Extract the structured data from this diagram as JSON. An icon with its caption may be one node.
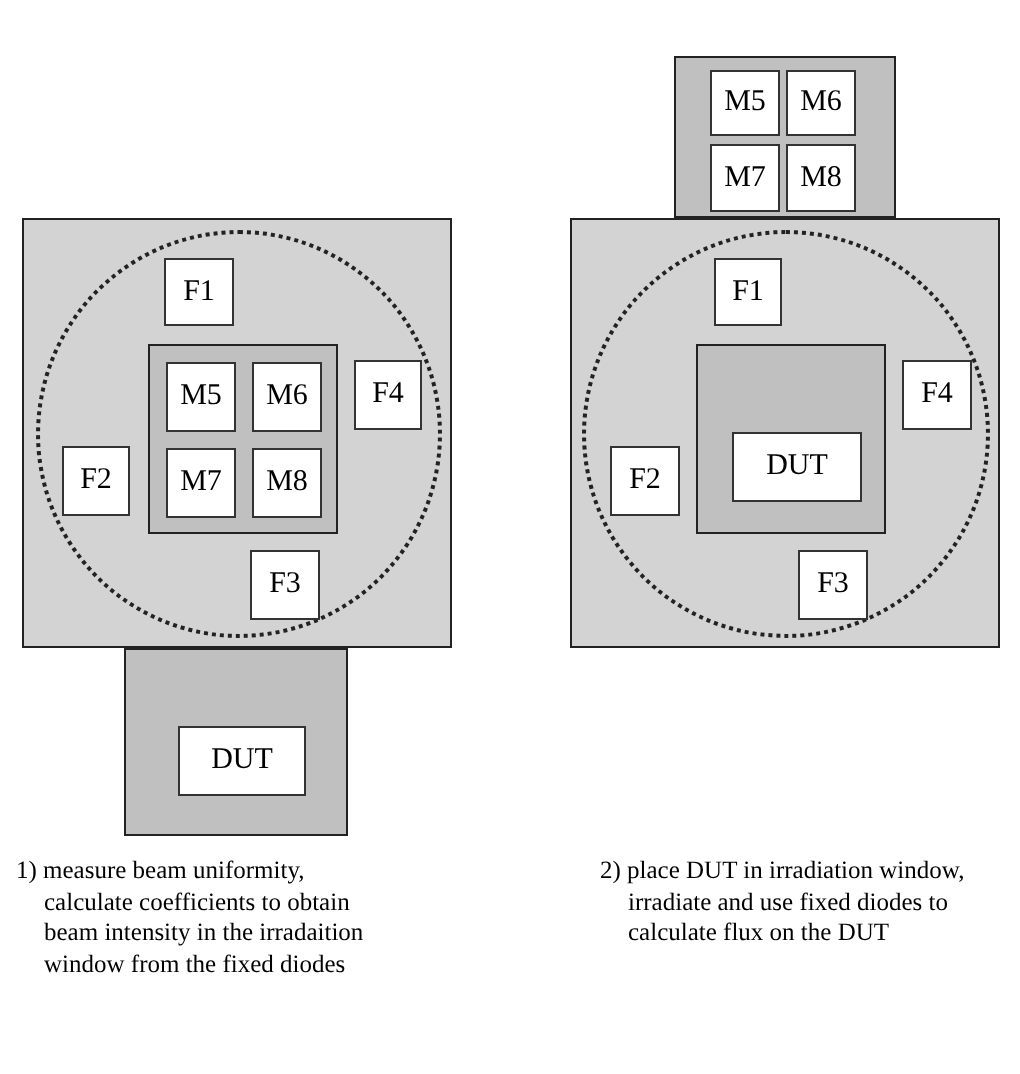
{
  "diagram": {
    "nodes": [
      {
        "text": [],
        "shape": "box"
      },
      {
        "text": [],
        "shape": "circle",
        "in": 0
      },
      {
        "text": [
          "F1"
        ],
        "in": 1
      },
      {
        "text": [],
        "shape": "box",
        "in": 1
      },
      {
        "text": [
          "M5"
        ],
        "in": 3
      },
      {
        "text": [
          "M6"
        ],
        "in": 3
      },
      {
        "text": [
          "M7"
        ],
        "in": 3
      },
      {
        "text": [
          "M8"
        ],
        "in": 3
      },
      {
        "text": [
          "F4"
        ],
        "in": 1
      },
      {
        "text": [
          "F2"
        ],
        "in": 1
      },
      {
        "text": [
          "F3"
        ],
        "in": 1
      },
      {
        "text": [],
        "shape": "box"
      },
      {
        "text": [
          "DUT"
        ],
        "in": 11
      },
      {
        "text": [],
        "shape": "box"
      },
      {
        "text": [
          "M5"
        ],
        "in": 13
      },
      {
        "text": [
          "M6"
        ],
        "in": 13
      },
      {
        "text": [
          "M7"
        ],
        "in": 13
      },
      {
        "text": [
          "M8"
        ],
        "in": 13
      },
      {
        "text": [],
        "shape": "box"
      },
      {
        "text": [],
        "shape": "circle",
        "in": 18
      },
      {
        "text": [
          "F1"
        ],
        "in": 19
      },
      {
        "text": [],
        "shape": "box",
        "in": 19
      },
      {
        "text": [
          "DUT"
        ],
        "in": 21
      },
      {
        "text": [
          "F4"
        ],
        "in": 19
      },
      {
        "text": [
          "F2"
        ],
        "in": 19
      },
      {
        "text": [
          "F3"
        ],
        "in": 19
      }
    ],
    "edges": [],
    "labels": [
      "1) measure beam uniformity, calculate coefficients to obtain beam intensity in the irradaition window from the fixed diodes",
      "2) place DUT in irradiation window, irradiate and use fixed diodes to calculate flux on the DUT"
    ]
  }
}
